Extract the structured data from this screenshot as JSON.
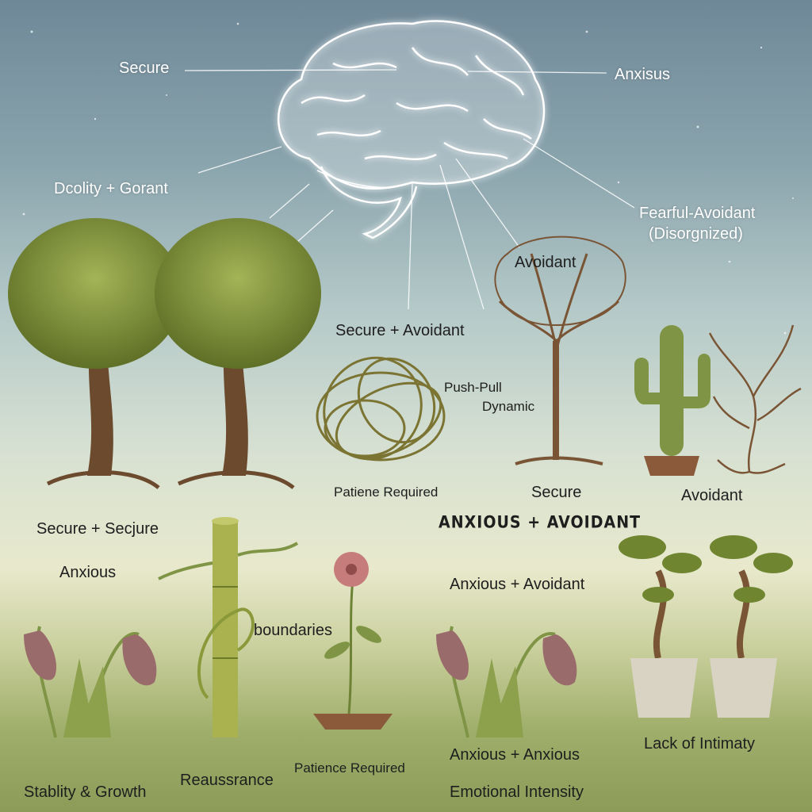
{
  "brain_labels": {
    "secure": "Secure",
    "anxious": "Anxisus",
    "dcolity": "Dcolity + Gorant",
    "fearful_line1": "Fearful-Avoidant",
    "fearful_line2": "(Disorgnized)",
    "avoidant": "Avoidant",
    "secure_avoidant": "Secure + Avoidant"
  },
  "plant_labels": {
    "push_pull_1": "Push-Pull",
    "push_pull_2": "Dynamic",
    "patiene_required": "Patiene Required",
    "secure_tree": "Secure",
    "avoidant_cactus": "Avoidant",
    "secure_secure": "Secure + Secjure",
    "anxious_avoidant_title": "ANXIOUS + AVOIDANT",
    "anxious": "Anxious",
    "anxious_avoidant": "Anxious + Avoidant",
    "boundaries": "boundaries",
    "lack_of_intimacy": "Lack of Intimaty",
    "anxious_anxious": "Anxious + Anxious",
    "patience_required": "Patience Required",
    "reassurance": "Reaussrance",
    "stability_growth": "Stablity & Growth",
    "emotional_intensity": "Emotional Intensity"
  },
  "colors": {
    "leaf": "#7d8f35",
    "trunk": "#6b4a2e",
    "brain_glow": "#ffffff"
  }
}
